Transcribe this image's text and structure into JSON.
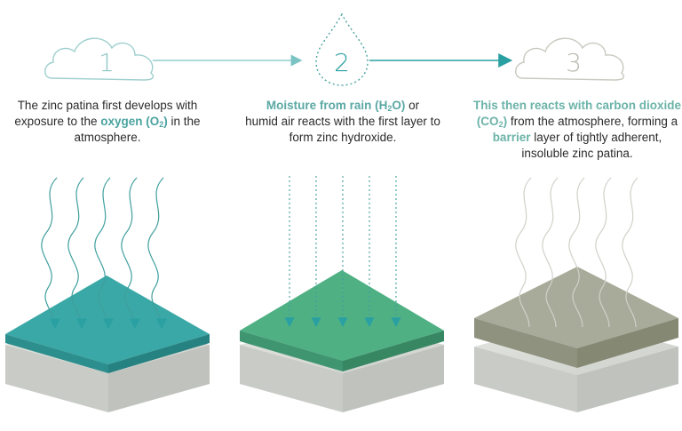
{
  "steps": [
    {
      "number": "1",
      "caption": {
        "pre": "The zinc patina first develops with exposure to the ",
        "highlight": "oxygen (O",
        "sub": "2",
        "highlight_end": ")",
        "post": " in the atmosphere."
      }
    },
    {
      "number": "2",
      "caption": {
        "highlight": "Moisture from rain (H",
        "sub": "2",
        "highlight_end": "O)",
        "post_or": " or",
        "post": "humid air reacts with the first layer to form zinc hydroxide."
      }
    },
    {
      "number": "3",
      "caption": {
        "highlight": "This then reacts with carbon dioxide (CO",
        "sub": "2",
        "highlight_end": ")",
        "post1": " from the atmosphere, forming a ",
        "highlight2": "barrier",
        "post2": " layer of tightly adherent, insoluble zinc patina."
      }
    }
  ],
  "colors": {
    "accent_teal": "#4aa3a0",
    "arrow_teal": "#2aa0a2",
    "layer1_top": "#3aa8a6",
    "layer2_top": "#4fb084",
    "layer3_top": "#a8ab99",
    "base_stone": "#d8dad6"
  },
  "icons": [
    "cloud-icon",
    "droplet-icon",
    "cloud-icon"
  ]
}
